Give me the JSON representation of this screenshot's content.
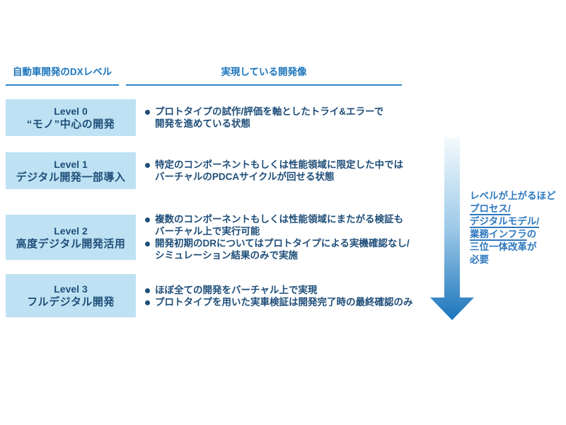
{
  "colors": {
    "header_blue": "#1b75bc",
    "underline_blue": "#2e86c8",
    "box_fill": "#bee2f3",
    "dark_navy_text": "#1f4e79",
    "side_note_blue": "#2e78be",
    "arrow_gradient_top": "#f4fafd",
    "arrow_gradient_bottom": "#1b75bc",
    "background": "#ffffff"
  },
  "headers": {
    "left": {
      "label": "自動車開発のDXレベル"
    },
    "right": {
      "label": "実現している開発像"
    }
  },
  "levels": [
    {
      "label": "Level 0",
      "name": "“モノ”中心の開発",
      "bullets": [
        {
          "text": "プロトタイプの試作/評価を軸としたトライ&エラーで\n開発を進めている状態"
        }
      ]
    },
    {
      "label": "Level 1",
      "name": "デジタル開発一部導入",
      "bullets": [
        {
          "text": "特定のコンポーネントもしくは性能領域に限定した中では\nバーチャルのPDCAサイクルが回せる状態"
        }
      ]
    },
    {
      "label": "Level 2",
      "name": "高度デジタル開発活用",
      "bullets": [
        {
          "text": "複数のコンポーネントもしくは性能領域にまたがる検証も\nバーチャル上で実行可能"
        },
        {
          "text": "開発初期のDRについてはプロトタイプによる実機確認なし/\nシミュレーション結果のみで実施"
        }
      ]
    },
    {
      "label": "Level 3",
      "name": "フルデジタル開発",
      "bullets": [
        {
          "text": "ほぼ全ての開発をバーチャル上で実現"
        },
        {
          "text": "プロトタイプを用いた実車検証は開発完了時の最終確認のみ"
        }
      ]
    }
  ],
  "arrow": {
    "direction": "down",
    "meaning": "level-increase"
  },
  "side_note": {
    "lines": [
      {
        "parts": [
          {
            "text": "レベルが上がるほど",
            "underline": false
          }
        ]
      },
      {
        "parts": [
          {
            "text": "プロセス/",
            "underline": true
          }
        ]
      },
      {
        "parts": [
          {
            "text": "デジタルモデル/",
            "underline": true
          }
        ]
      },
      {
        "parts": [
          {
            "text": "業務インフラ",
            "underline": true
          },
          {
            "text": "の",
            "underline": false
          }
        ]
      },
      {
        "parts": [
          {
            "text": "三位一体改革が",
            "underline": false
          }
        ]
      },
      {
        "parts": [
          {
            "text": "必要",
            "underline": false
          }
        ]
      }
    ]
  }
}
